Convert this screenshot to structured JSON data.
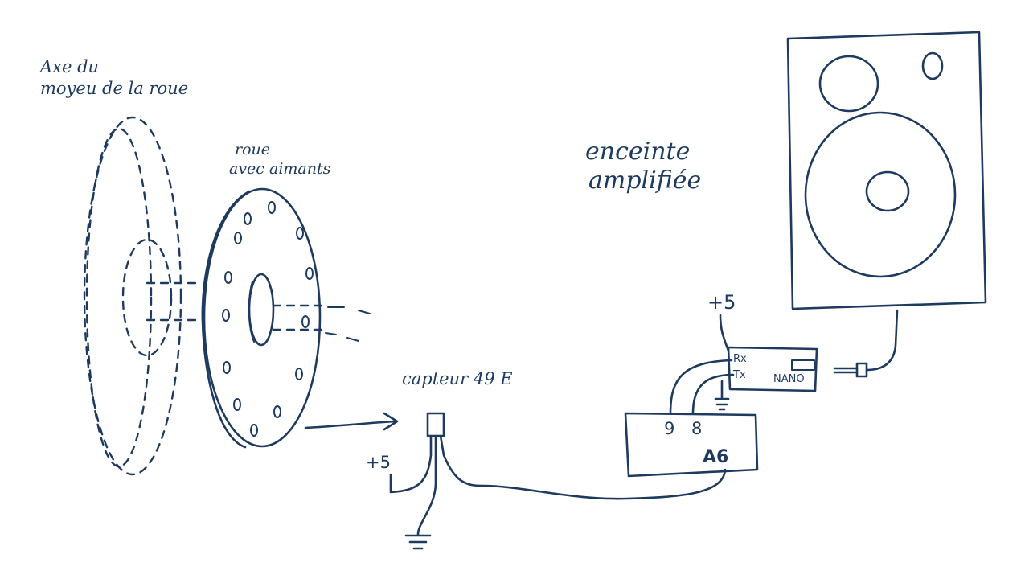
{
  "labels": {
    "axle": [
      "Axe du",
      "moyeu de la roue"
    ],
    "wheel": [
      "roue",
      "avec aimants"
    ],
    "sensor": "capteur 49 E",
    "speaker": [
      "enceinte",
      "amplifiée"
    ],
    "supply_sensor": "+5",
    "supply_nano": "+5",
    "rx": "Rx",
    "tx": "Tx",
    "nano": "NANO",
    "pin9": "9",
    "pin8": "8",
    "pinA6": "A6"
  },
  "colors": {
    "ink": "#1f3a5f",
    "paper": "#ffffff"
  },
  "icons": {
    "ground": "ground-symbol",
    "jack": "audio-jack-plug",
    "arrow": "arrow-right"
  }
}
